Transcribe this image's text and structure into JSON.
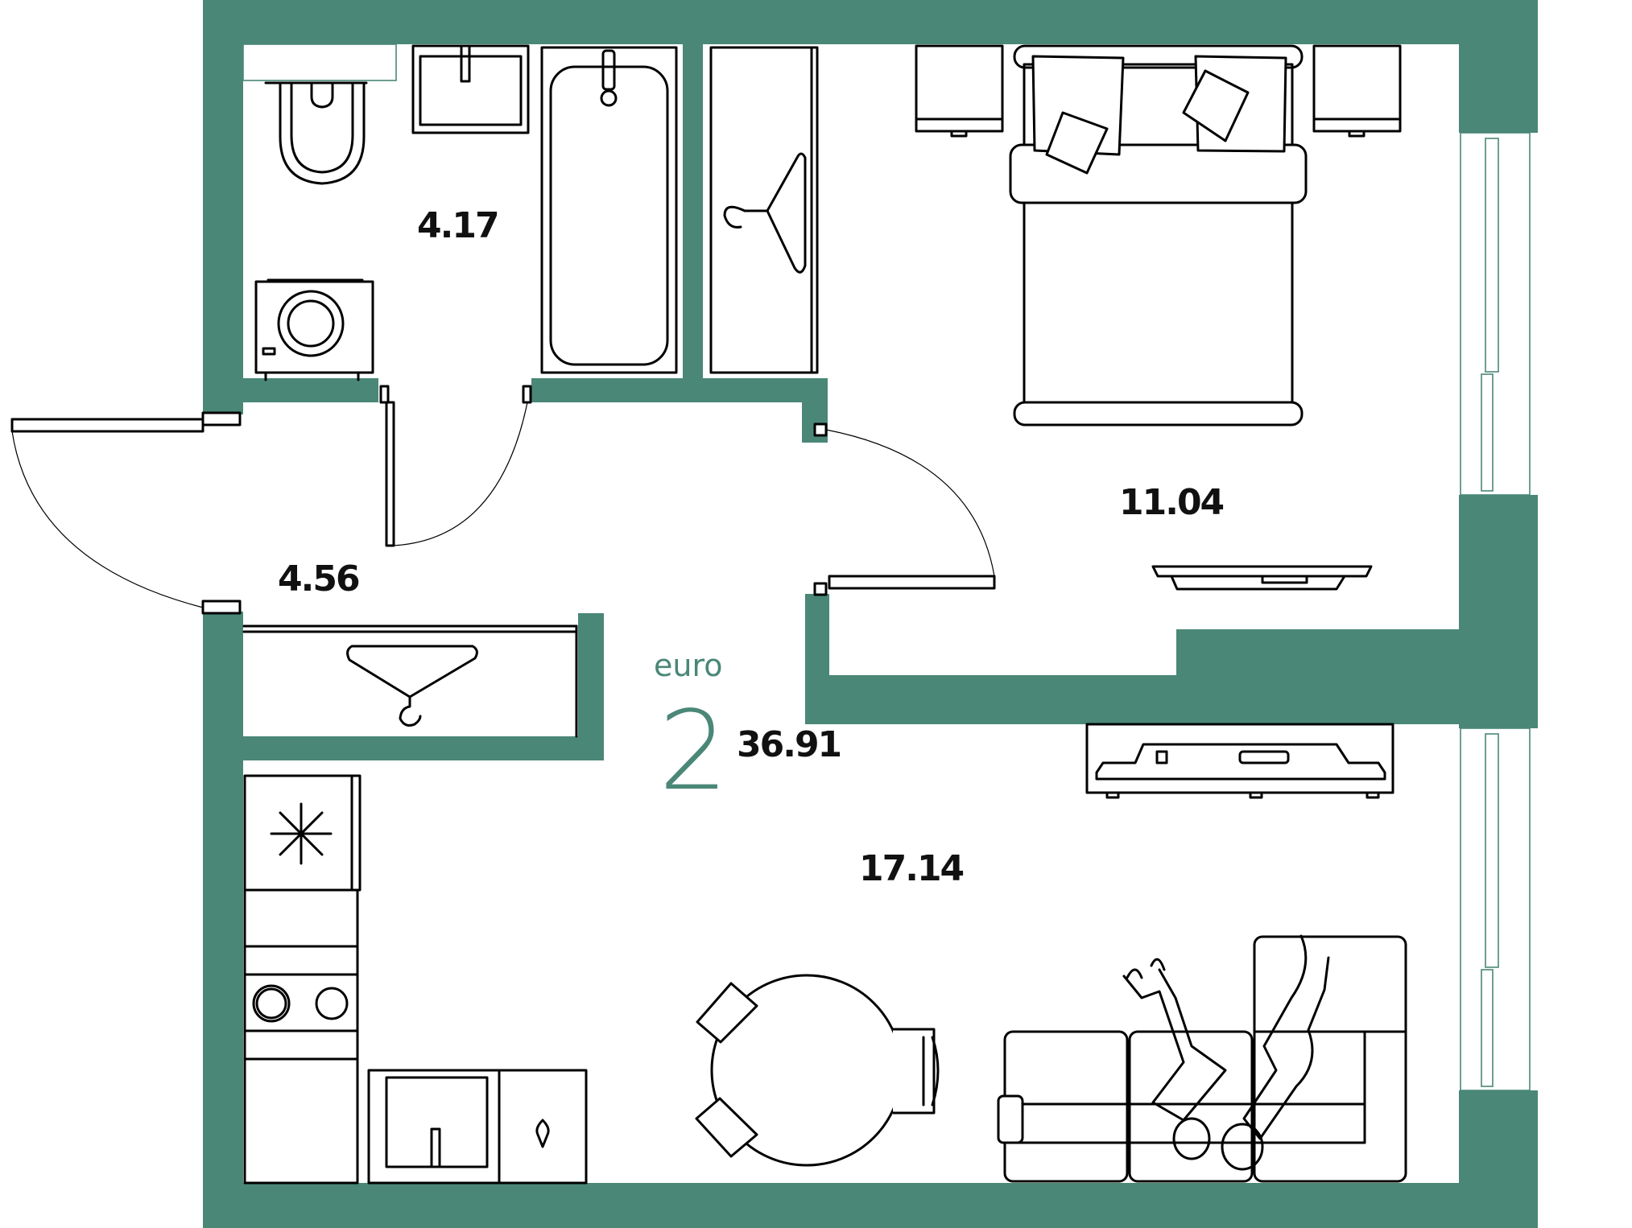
{
  "plan": {
    "apartment_type": "euro",
    "rooms_count": "2",
    "total_area": "36.91",
    "wall_color": "#4a8777",
    "rooms": [
      {
        "name": "bathroom",
        "area": "4.17"
      },
      {
        "name": "hallway",
        "area": "4.56"
      },
      {
        "name": "bedroom",
        "area": "11.04"
      },
      {
        "name": "kitchen-living",
        "area": "17.14"
      }
    ],
    "icons": [
      "toilet-icon",
      "sink-icon",
      "bathtub-icon",
      "washing-machine-icon",
      "wardrobe-hanger-icon",
      "bed-icon",
      "nightstand-icon",
      "tv-icon",
      "fridge-snowflake-icon",
      "stove-icon",
      "kitchen-sink-icon",
      "dishwasher-drop-icon",
      "dining-table-icon",
      "chair-icon",
      "sofa-icon",
      "people-icon",
      "door-icon",
      "window-icon"
    ]
  }
}
